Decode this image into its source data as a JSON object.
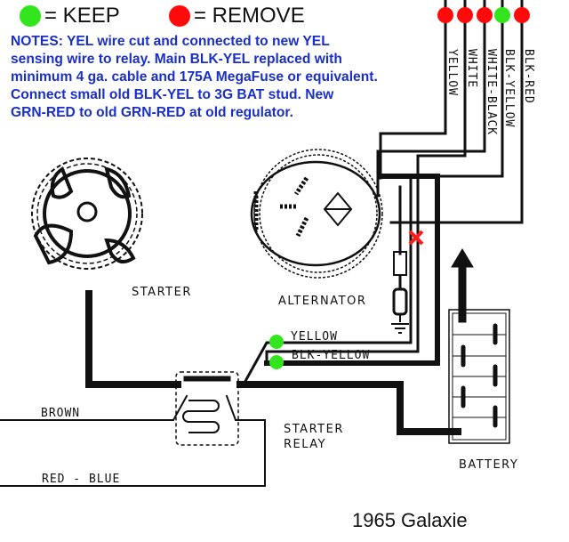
{
  "legend": {
    "keep": {
      "label": "= KEEP",
      "color": "#33e51c"
    },
    "remove": {
      "label": "= REMOVE",
      "color": "#ff0a0a"
    }
  },
  "notes": [
    "NOTES: YEL wire cut and connected to new YEL",
    "sensing wire to relay. Main BLK-YEL replaced with",
    "minimum 4 ga. cable and 175A MegaFuse or equivalent.",
    "Connect small old BLK-YEL to 3G BAT stud. New",
    "GRN-RED to old  GRN-RED at old regulator."
  ],
  "components": {
    "starter": "STARTER",
    "alternator": "ALTERNATOR",
    "starter_relay_line1": "STARTER",
    "starter_relay_line2": "RELAY",
    "battery": "BATTERY"
  },
  "top_wires": [
    {
      "label": "YELLOW",
      "status": "remove"
    },
    {
      "label": "WHITE",
      "status": "remove"
    },
    {
      "label": "WHITE-BLACK",
      "status": "remove"
    },
    {
      "label": "BLK-YELLOW",
      "status": "keep"
    },
    {
      "label": "BLK-RED",
      "status": "remove"
    }
  ],
  "relay_wires": [
    {
      "label": "YELLOW",
      "status": "keep"
    },
    {
      "label": "BLK-YELLOW",
      "status": "keep"
    }
  ],
  "left_wires": [
    {
      "label": "BROWN"
    },
    {
      "label": "RED - BLUE"
    }
  ],
  "cut_mark": {
    "symbol": "✕",
    "color": "#ff1a1a"
  },
  "caption": "1965 Galaxie"
}
